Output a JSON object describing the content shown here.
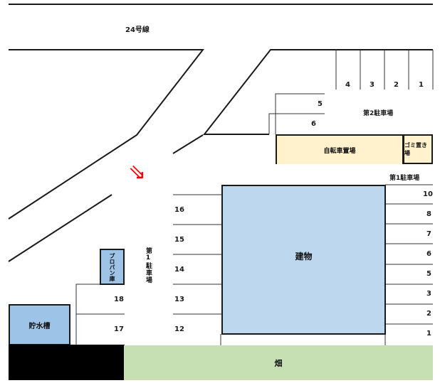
{
  "road": {
    "label": "24号線"
  },
  "colors": {
    "building": "#bdd7ee",
    "bike": "#fff2cc",
    "field": "#c6e0b4",
    "tank": "#9dc3e6",
    "propane": "#9dc3e6",
    "arrow": "#ff0000",
    "black_area": "#000000"
  },
  "arrow": {
    "icon": "double-arrow-down-right",
    "glyph": "⇘"
  },
  "parking2": {
    "label": "第2駐車場",
    "top_spaces": [
      "4",
      "3",
      "2",
      "1"
    ],
    "side_spaces": [
      "5",
      "6"
    ]
  },
  "bike_parking": {
    "label": "自転車置場"
  },
  "garbage": {
    "label": "ゴミ置き場"
  },
  "parking1": {
    "label": "第1駐車場",
    "vertical_label": "第1駐車場",
    "right_spaces": [
      "10",
      "8",
      "7",
      "6",
      "5",
      "3",
      "2",
      "1"
    ],
    "center_spaces": [
      "16",
      "15",
      "14",
      "13",
      "12"
    ],
    "left_spaces": [
      "18",
      "17"
    ]
  },
  "building": {
    "label": "建物"
  },
  "propane": {
    "label": "プロパン庫"
  },
  "water_tank": {
    "label": "貯水槽"
  },
  "field": {
    "label": "畑"
  }
}
